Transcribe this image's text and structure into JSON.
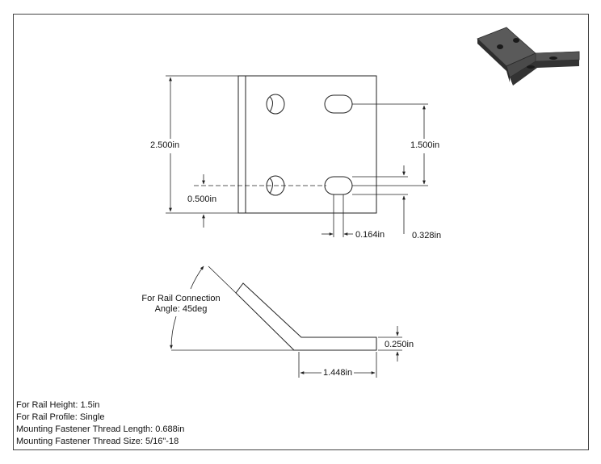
{
  "dimensions": {
    "height": "2.500in",
    "hole_spacing": "1.500in",
    "hole_offset": "0.500in",
    "slot_width": "0.164in",
    "slot_length": "0.328in",
    "base_length": "1.448in",
    "thickness": "0.250in"
  },
  "angle_label": {
    "line1": "For Rail Connection",
    "line2": "Angle: 45deg"
  },
  "notes": [
    "For Rail Height: 1.5in",
    "For Rail Profile: Single",
    "Mounting Fastener Thread Length: 0.688in",
    "Mounting Fastener Thread Size: 5/16\"-18"
  ],
  "colors": {
    "line": "#222222",
    "part_dark": "#3a3a3a",
    "part_top": "#5a5a5a"
  }
}
